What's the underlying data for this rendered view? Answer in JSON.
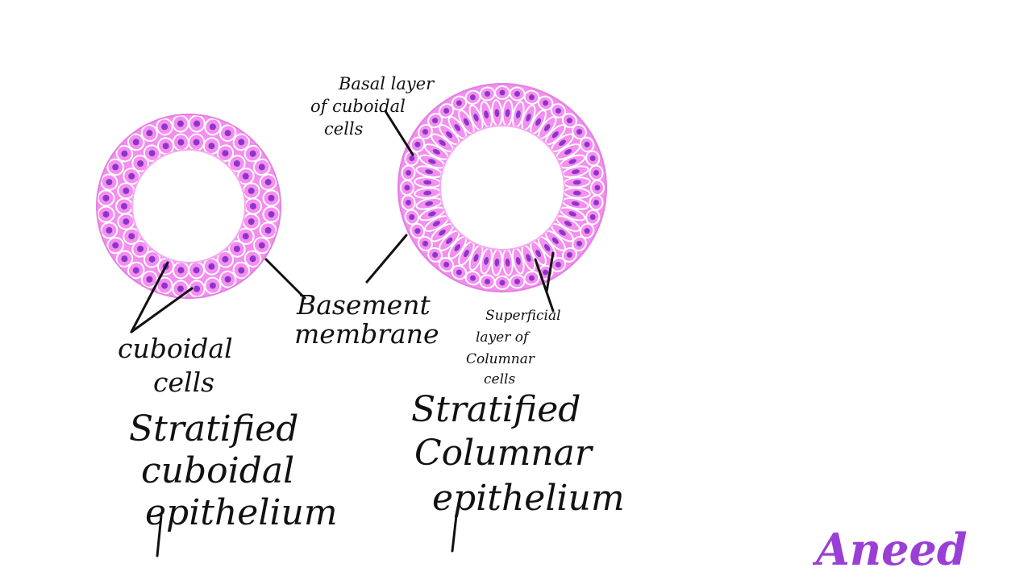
{
  "colors": {
    "ring_fill": "#f48ef0",
    "cell_outline": "#ffffff",
    "nucleus": "#8e35c9",
    "ink": "#111111",
    "signature": "#9a3fd6"
  },
  "labels": {
    "basal_line1": "Basal layer",
    "basal_line2": "of cuboidal",
    "basal_line3": "cells",
    "basement_line1": "Basement",
    "basement_line2": "membrane",
    "cuboidal_line1": "cuboidal",
    "cuboidal_line2": "cells",
    "superficial_line1": "Superficial",
    "superficial_line2": "layer of",
    "superficial_line3": "Columnar",
    "superficial_line4": "cells"
  },
  "titles": {
    "left_line1": "Stratified",
    "left_line2": "cuboidal",
    "left_line3": "epithelium",
    "right_line1": "Stratified",
    "right_line2": "Columnar",
    "right_line3": "epithelium"
  },
  "signature": "Aneed"
}
